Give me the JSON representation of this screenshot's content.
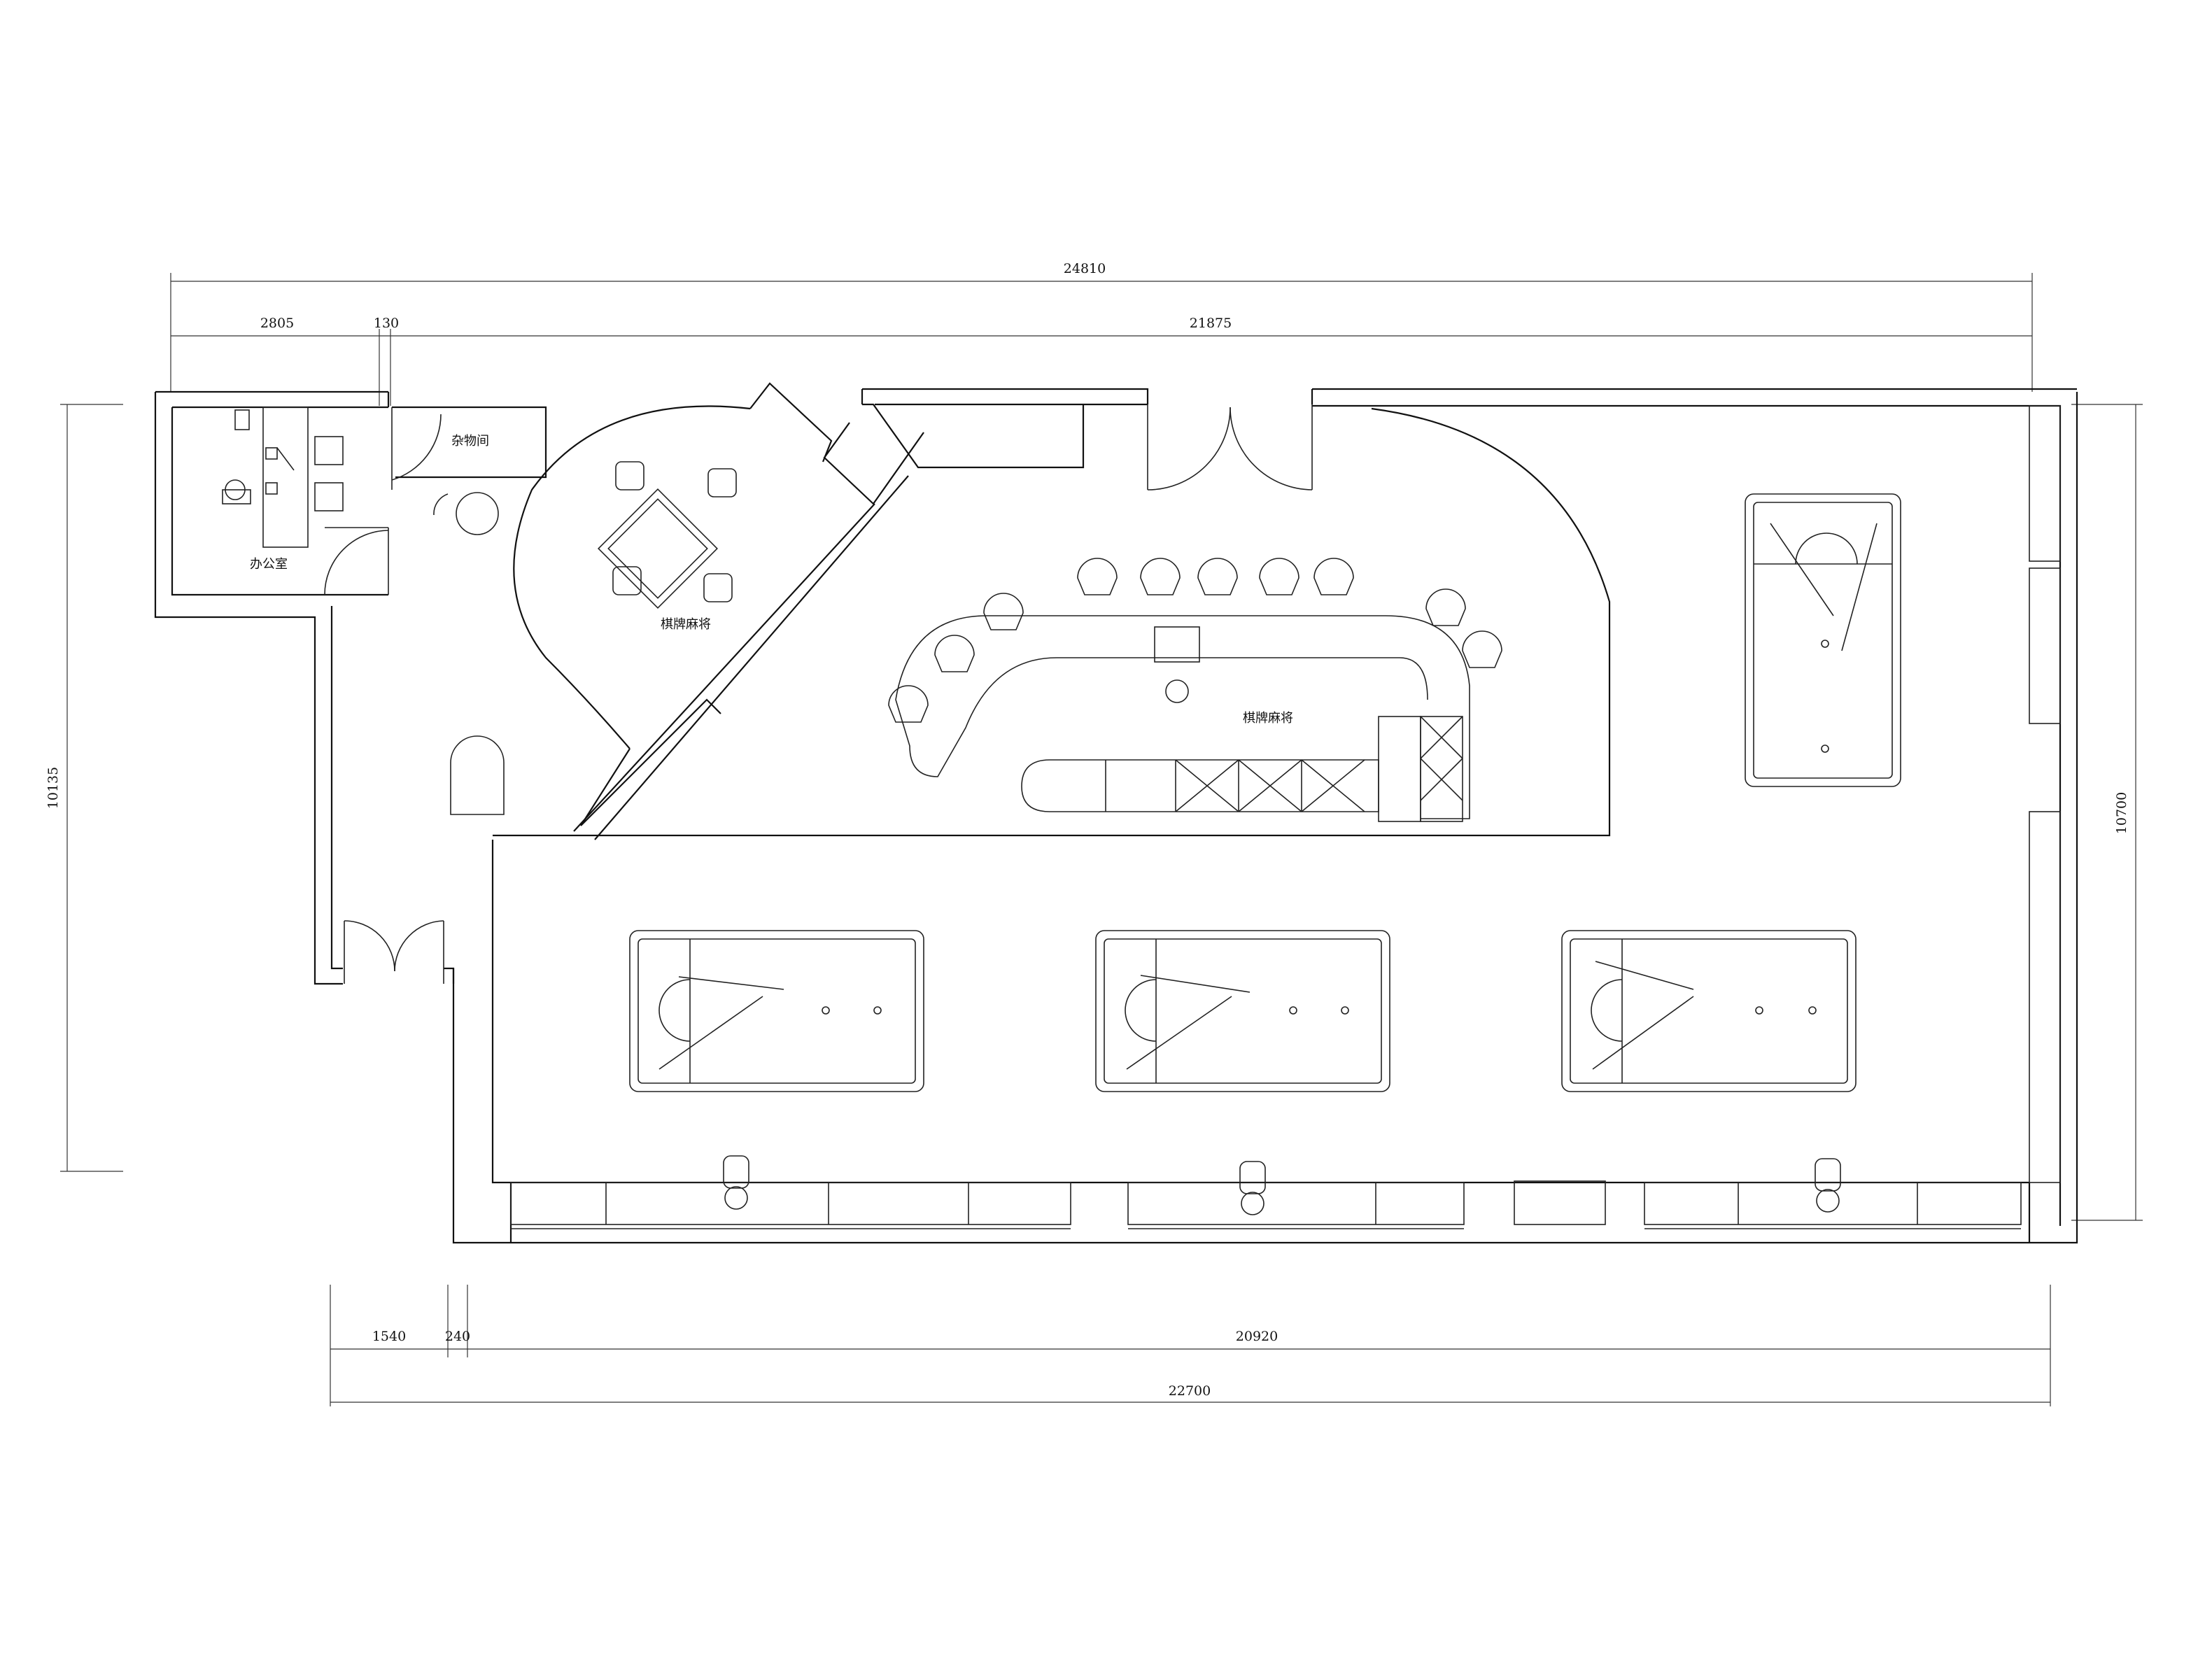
{
  "rooms": {
    "office": "办公室",
    "storage": "杂物间",
    "mahjong_room": "棋牌麻将",
    "bar_area": "棋牌麻将"
  },
  "dimensions": {
    "top_total": "24810",
    "top_left": "2805",
    "top_gap": "130",
    "top_right": "21875",
    "left_height": "10135",
    "right_height": "10700",
    "bottom_a": "1540",
    "bottom_b": "240",
    "bottom_c": "20920",
    "bottom_total": "22700"
  }
}
